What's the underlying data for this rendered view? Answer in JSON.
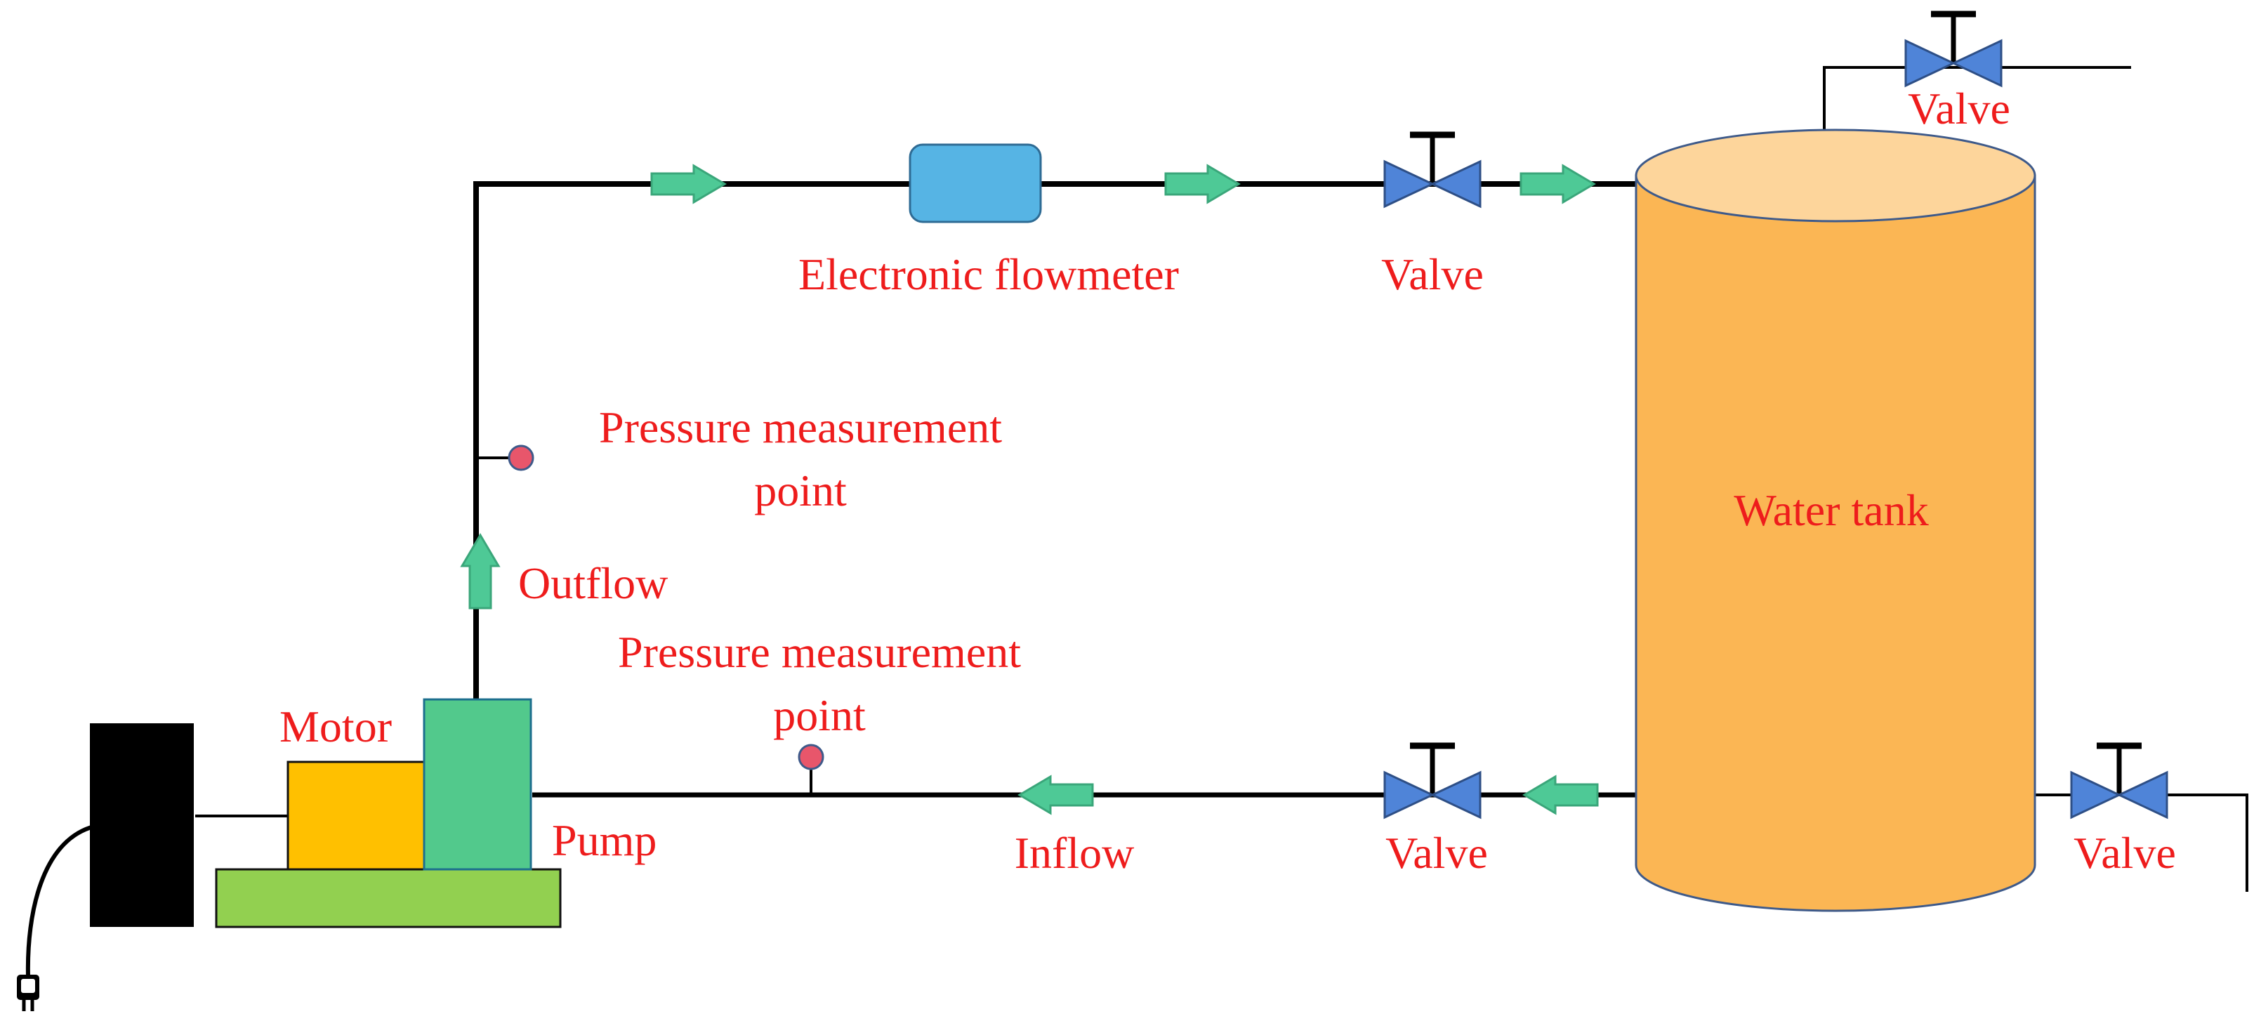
{
  "labels": {
    "electronic_flowmeter": "Electronic flowmeter",
    "valve_top_pipe": "Valve",
    "valve_tank_top": "Valve",
    "pressure_point_upper_line1": "Pressure measurement",
    "pressure_point_upper_line2": "point",
    "outflow": "Outflow",
    "pressure_point_lower_line1": "Pressure measurement",
    "pressure_point_lower_line2": "point",
    "motor": "Motor",
    "pump": "Pump",
    "inflow": "Inflow",
    "valve_bottom_pipe": "Valve",
    "valve_tank_drain": "Valve",
    "water_tank": "Water tank"
  },
  "colors": {
    "label_text": "#ee1c1c",
    "tank_body": "#fbb654",
    "tank_top": "#fdd59b",
    "flowmeter": "#56b4e4",
    "valve": "#4f84d8",
    "flow_arrow": "#4ec996",
    "pump": "#52c98c",
    "motor": "#ffc000",
    "base": "#92d050",
    "power_box": "#000000",
    "pressure_point": "#e8566b"
  },
  "icons": [
    "valve-icon",
    "flow-arrow-icon",
    "power-plug-icon",
    "pressure-point-icon"
  ]
}
